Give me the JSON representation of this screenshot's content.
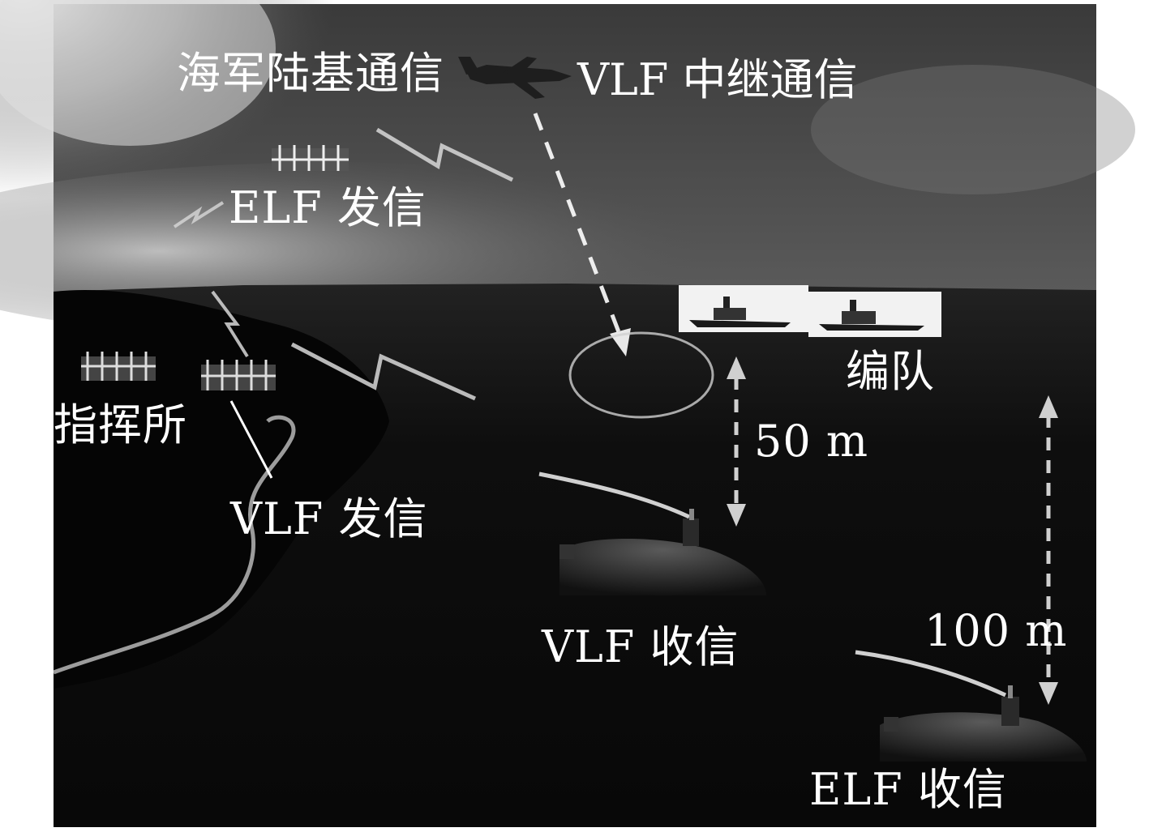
{
  "labels": {
    "navy_land": "海军陆基通信",
    "vlf_relay": "VLF  中继通信",
    "elf_tx": "ELF  发信",
    "command_post": "指挥所",
    "vlf_tx": "VLF  发信",
    "formation": "编队",
    "depth_50": "50 m",
    "depth_100": "100 m",
    "vlf_rx": "VLF  收信",
    "elf_rx": "ELF  收信"
  },
  "colors": {
    "sky_light": "#9a9a9a",
    "sky_dark": "#2a2a2a",
    "sea": "#0c0c0c",
    "label": "#ffffff",
    "signal": "#d8d8d8"
  },
  "icons": {
    "aircraft": "relay-aircraft-icon",
    "transmitter": "building-antenna-icon",
    "ship": "surface-ship-icon",
    "submarine": "submarine-icon"
  }
}
